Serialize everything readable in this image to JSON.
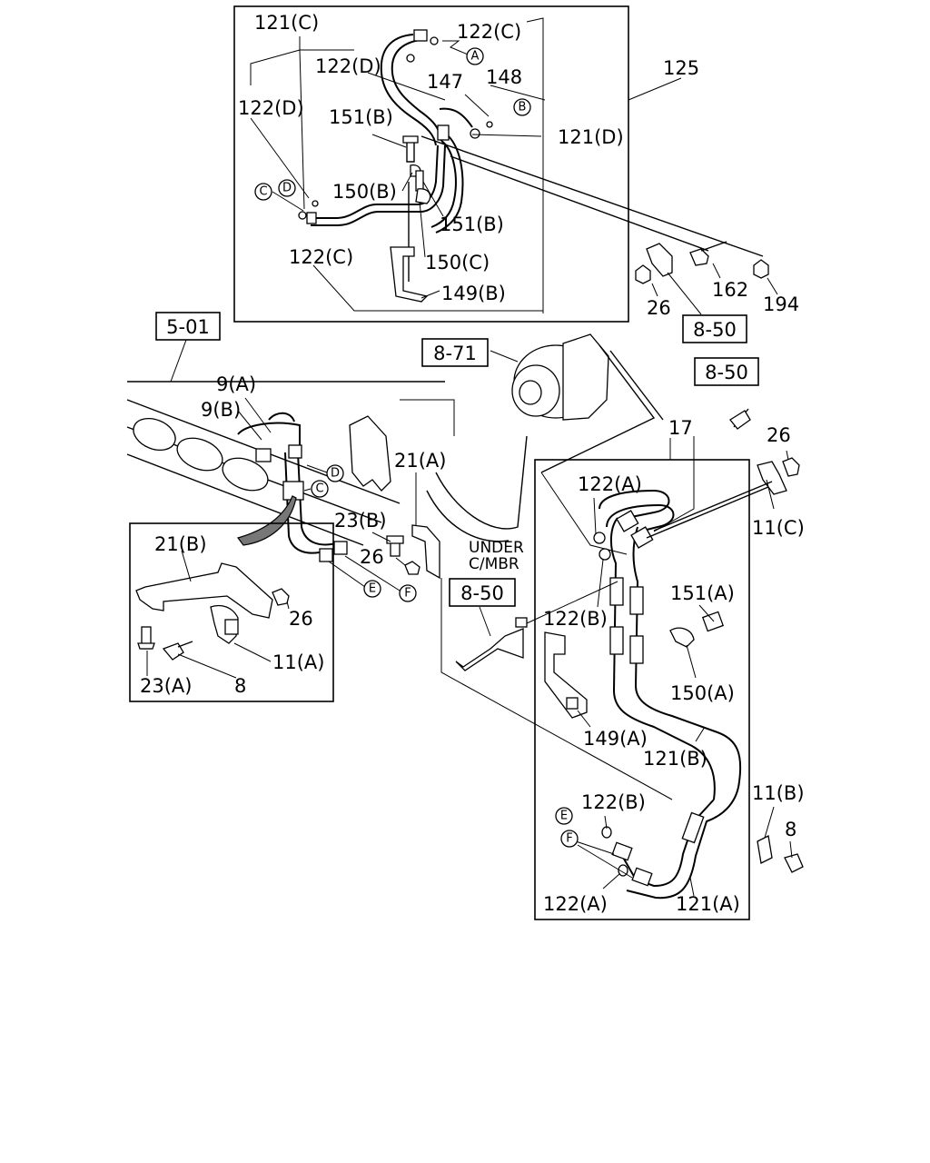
{
  "labels": {
    "l121c": "121(C)",
    "l122c_top": "122(C)",
    "l122d_a": "122(D)",
    "l147": "147",
    "l148": "148",
    "l125": "125",
    "l122d_b": "122(D)",
    "l151b_top": "151(B)",
    "l121d": "121(D)",
    "l150b": "150(B)",
    "l151b_mid": "151(B)",
    "l122c_low": "122(C)",
    "l150c": "150(C)",
    "l149b": "149(B)",
    "l26_top": "26",
    "l162": "162",
    "l194": "194",
    "l9a": "9(A)",
    "l9b": "9(B)",
    "l21a": "21(A)",
    "l23b": "23(B)",
    "l26_mid": "26",
    "l21b": "21(B)",
    "l26_inset": "26",
    "l11a": "11(A)",
    "l23a": "23(A)",
    "l8_inset": "8",
    "l17": "17",
    "l26_right": "26",
    "l11c": "11(C)",
    "l122a_top": "122(A)",
    "l122b_top": "122(B)",
    "l151a": "151(A)",
    "l150a": "150(A)",
    "l149a": "149(A)",
    "l121b": "121(B)",
    "l11b": "11(B)",
    "l8_right": "8",
    "l122b_low": "122(B)",
    "l122a_low": "122(A)",
    "l121a": "121(A)",
    "under_line1": "UNDER",
    "under_line2": "C/MBR"
  },
  "references": {
    "ref_850_top": "8-50",
    "ref_501": "5-01",
    "ref_871": "8-71",
    "ref_850_right": "8-50",
    "ref_850_mid": "8-50"
  },
  "callouts": {
    "a": "A",
    "b": "B",
    "c_top": "C",
    "d_top": "D",
    "d_mid": "D",
    "c_mid": "C",
    "e_mid": "E",
    "f_mid": "F",
    "e_low": "E",
    "f_low": "F"
  }
}
